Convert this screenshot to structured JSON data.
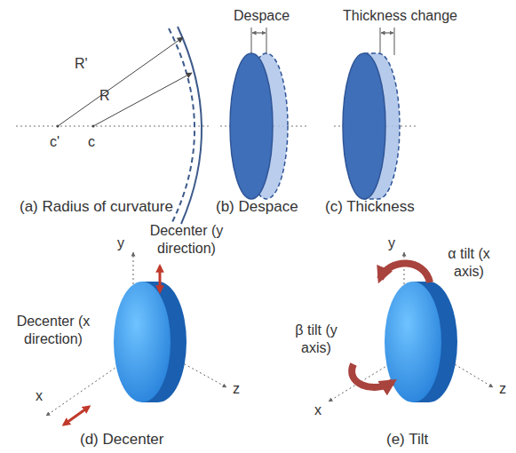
{
  "diagram": {
    "labels": [
      "Despace",
      "Thickness change",
      "R'",
      "R",
      "c'",
      "c",
      "(a) Radius of curvature",
      "(b) Despace",
      "(c) Thickness",
      "y",
      "Decenter (y direction)",
      "Decenter (x direction)",
      "x",
      "z",
      "(d) Decenter",
      "y",
      "α tilt (x axis)",
      "β tilt (y axis)",
      "x",
      "z",
      "(e) Tilt"
    ]
  }
}
